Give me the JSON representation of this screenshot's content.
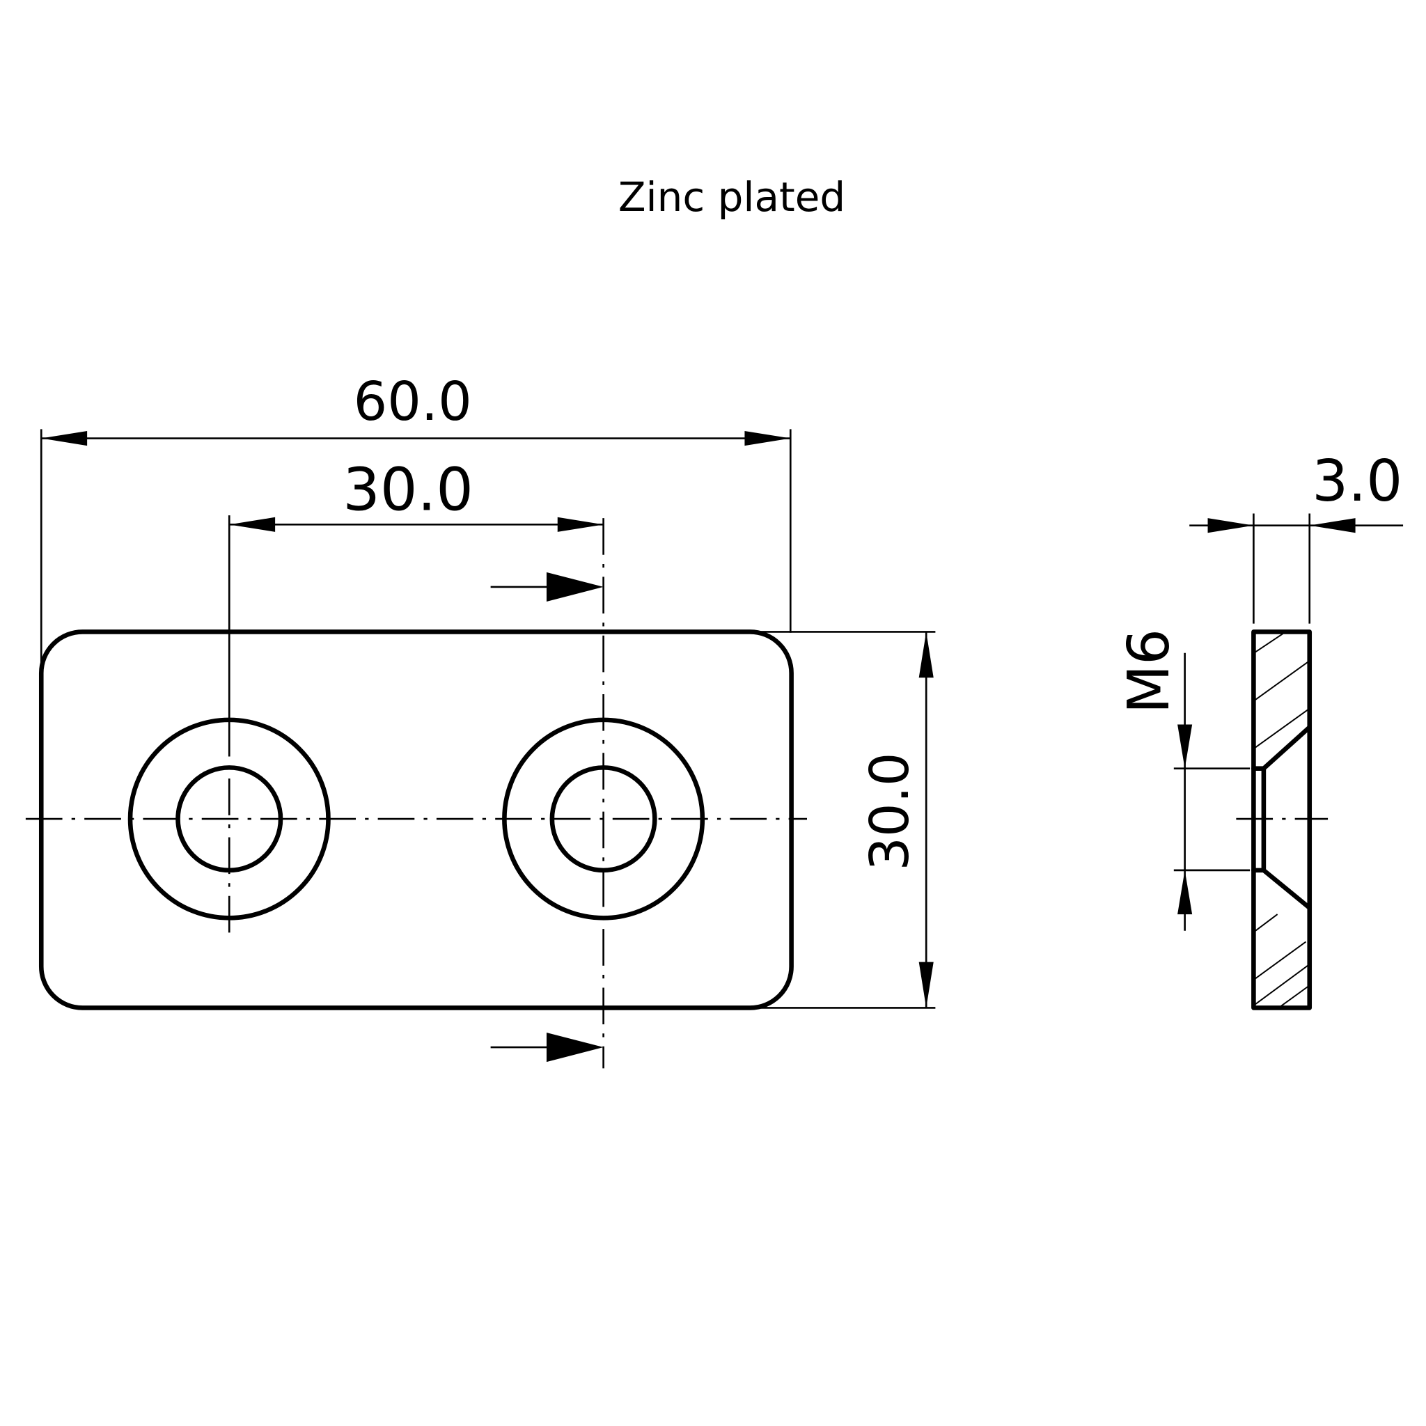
{
  "title": "Zinc plated",
  "dimensions": {
    "overall_length": "60.0",
    "hole_spacing": "30.0",
    "width": "30.0",
    "thickness": "3.0",
    "thread": "M6"
  }
}
